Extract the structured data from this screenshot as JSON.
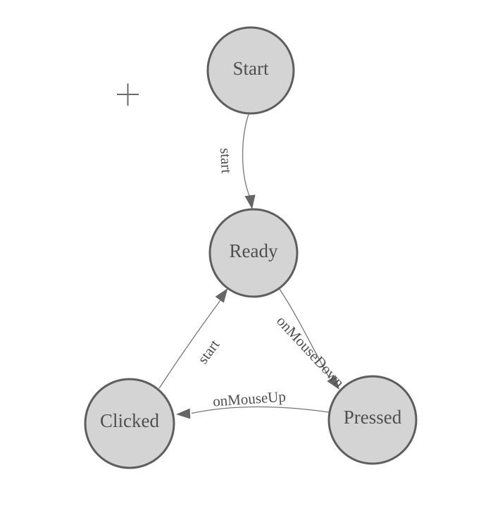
{
  "diagram": {
    "kind": "finite-state-machine",
    "background_color": "#ffffff",
    "node_fill_color": "#d4d4d4",
    "node_border_color": "#5e5e5e",
    "edge_line_color": "#777777",
    "arrowhead_color": "#666666",
    "text_color": "#4f4f4f",
    "crosshair_color": "#6a6a6a"
  },
  "nodes": [
    {
      "label": "Start"
    },
    {
      "label": "Ready"
    },
    {
      "label": "Clicked"
    },
    {
      "label": "Pressed"
    }
  ],
  "edges": [
    {
      "from": "Start",
      "to": "Ready",
      "label": "start"
    },
    {
      "from": "Ready",
      "to": "Pressed",
      "label": "onMouseDown"
    },
    {
      "from": "Pressed",
      "to": "Clicked",
      "label": "onMouseUp"
    },
    {
      "from": "Clicked",
      "to": "Ready",
      "label": "start"
    }
  ]
}
